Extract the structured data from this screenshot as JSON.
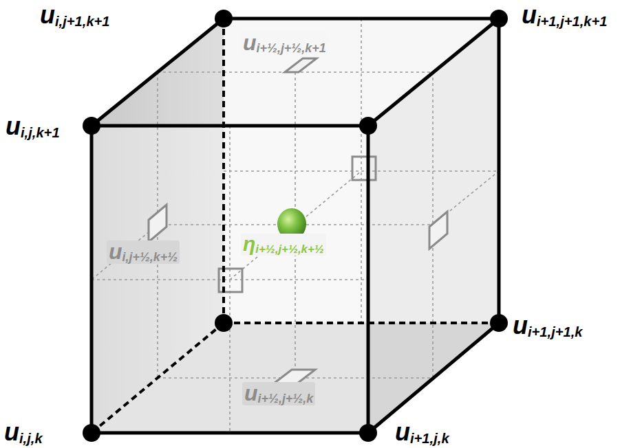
{
  "diagram": {
    "labels": [
      "u",
      "i,j+1,k+1",
      "u",
      "i+1,j+1,k+1",
      "u",
      "i+½,j+½,k+1",
      "u",
      "i,j,k+1",
      "u",
      "i,j+½,k+½",
      "η",
      "i+½,j+½,k+½",
      "u",
      "i+1,j+1,k",
      "u",
      "i+½,j+½,k",
      "u",
      "i,j,k",
      "u",
      "i+1,j,k"
    ]
  }
}
